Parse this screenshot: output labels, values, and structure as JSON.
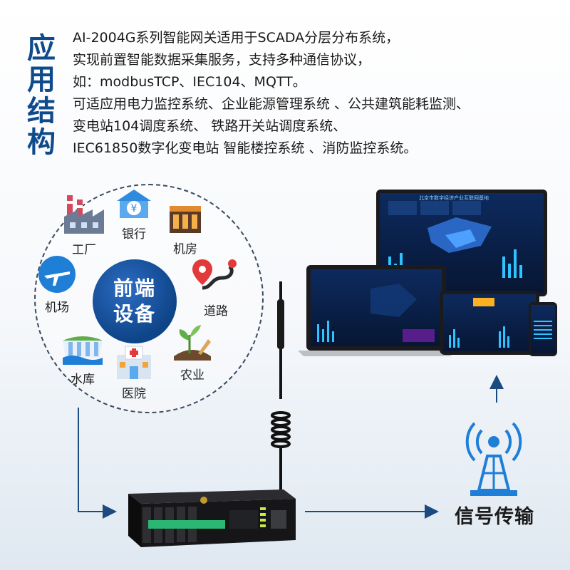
{
  "heading": {
    "chars": [
      "应",
      "用",
      "结",
      "构"
    ]
  },
  "description": [
    "AI-2004G系列智能网关适用于SCADA分层分布系统，",
    "实现前置智能数据采集服务，支持多种通信协议，",
    "如：modbusTCP、IEC104、MQTT。",
    "可适应用电力监控系统、企业能源管理系统 、公共建筑能耗监测、",
    "变电站104调度系统、 铁路开关站调度系统、",
    "IEC61850数字化变电站 智能楼控系统 、消防监控系统。"
  ],
  "front_end": {
    "line1": "前端",
    "line2": "设备"
  },
  "categories": {
    "factory": "工厂",
    "bank": "银行",
    "machine_room": "机房",
    "airport": "机场",
    "road": "道路",
    "reservoir": "水库",
    "hospital": "医院",
    "agriculture": "农业"
  },
  "signal": {
    "label": "信号传输"
  },
  "screens": {
    "monitor_title": "北京市数字经济产业互联网基地"
  },
  "colors": {
    "brand_blue": "#0f4b8c",
    "accent_blue": "#2d6cc2",
    "screen_dark": "#0b1a3a"
  }
}
